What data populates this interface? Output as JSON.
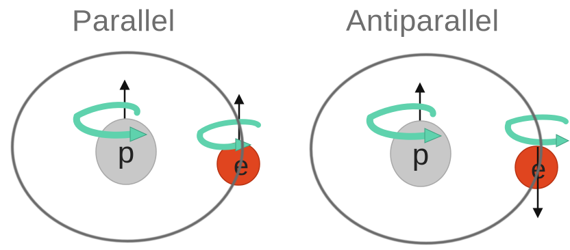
{
  "panels": [
    {
      "title": "Parallel",
      "proton_label": "p",
      "electron_label": "e",
      "electron_spin": "up"
    },
    {
      "title": "Antiparallel",
      "proton_label": "p",
      "electron_label": "e",
      "electron_spin": "down"
    }
  ],
  "colors": {
    "title": "#6e6e6e",
    "orbit": "#6b6b6b",
    "proton": "#c8c8c8",
    "electron": "#e0451f",
    "spin_band": "#5fd2ad",
    "arrow": "#111111"
  }
}
